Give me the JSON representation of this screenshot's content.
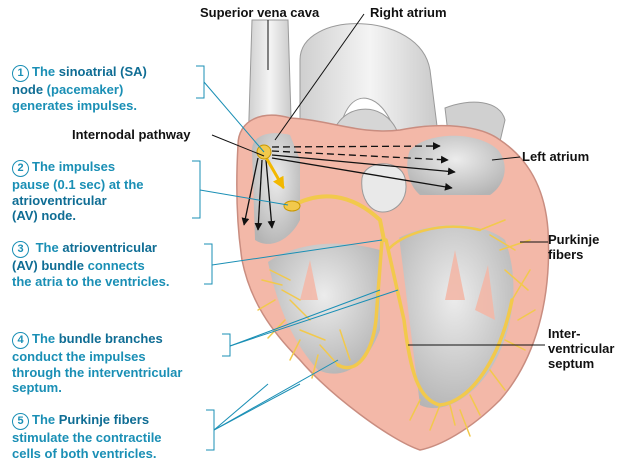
{
  "labels": {
    "svc": "Superior vena cava",
    "ra": "Right atrium",
    "internodal": "Internodal pathway",
    "la": "Left atrium",
    "purkinje1": "Purkinje",
    "purkinje2": "fibers",
    "ivs1": "Inter-",
    "ivs2": "ventricular",
    "ivs3": "septum"
  },
  "steps": [
    {
      "num": "1",
      "lines": [
        [
          {
            "t": "The ",
            "h": false
          },
          {
            "t": "sinoatrial (SA)",
            "h": true
          }
        ],
        [
          {
            "t": "node",
            "h": true
          },
          {
            "t": " (pacemaker)",
            "h": false
          }
        ],
        [
          {
            "t": "generates impulses.",
            "h": false
          }
        ]
      ]
    },
    {
      "num": "2",
      "lines": [
        [
          {
            "t": "The impulses",
            "h": false
          }
        ],
        [
          {
            "t": "pause (0.1 sec) at the",
            "h": false
          }
        ],
        [
          {
            "t": "atrioventricular",
            "h": true
          }
        ],
        [
          {
            "t": "(AV) node.",
            "h": true
          }
        ]
      ]
    },
    {
      "num": "3",
      "lines": [
        [
          {
            "t": " The ",
            "h": false
          },
          {
            "t": "atrioventricular",
            "h": true
          }
        ],
        [
          {
            "t": "(AV) bundle",
            "h": true
          },
          {
            "t": " connects",
            "h": false
          }
        ],
        [
          {
            "t": "the atria to the ventricles.",
            "h": false
          }
        ]
      ]
    },
    {
      "num": "4",
      "lines": [
        [
          {
            "t": "The ",
            "h": false
          },
          {
            "t": "bundle branches",
            "h": true
          }
        ],
        [
          {
            "t": "conduct the impulses",
            "h": false
          }
        ],
        [
          {
            "t": "through the interventricular",
            "h": false
          }
        ],
        [
          {
            "t": "septum.",
            "h": false
          }
        ]
      ]
    },
    {
      "num": "5",
      "lines": [
        [
          {
            "t": "The ",
            "h": false
          },
          {
            "t": "Purkinje fibers",
            "h": true
          }
        ],
        [
          {
            "t": "stimulate the contractile",
            "h": false
          }
        ],
        [
          {
            "t": "cells of both ventricles.",
            "h": false
          }
        ]
      ]
    }
  ],
  "colors": {
    "myocardium": "#f3b8a8",
    "chamber": "#c9c9c9",
    "vessel": "#e2e2e2",
    "conduction": "#f2c94c",
    "callout": "#1a8fb5"
  }
}
